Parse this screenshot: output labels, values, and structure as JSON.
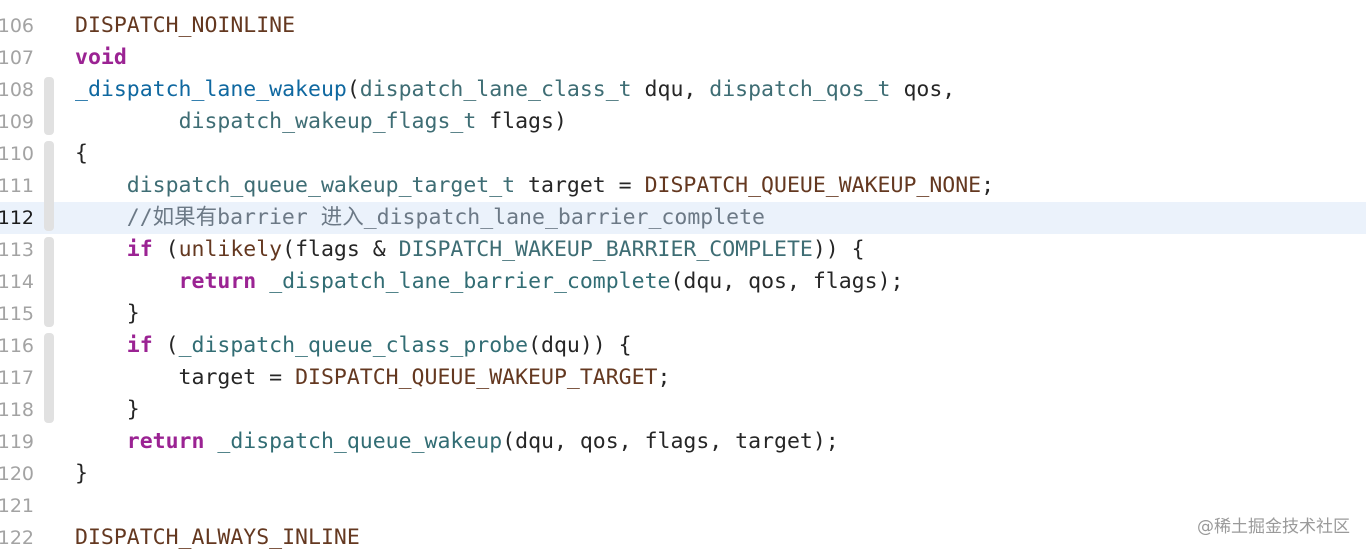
{
  "editor": {
    "current_line": "112",
    "lines": [
      {
        "num": "106",
        "tokens": [
          [
            "DISPATCH_NOINLINE",
            "macro"
          ]
        ]
      },
      {
        "num": "107",
        "tokens": [
          [
            "void",
            "kw"
          ]
        ]
      },
      {
        "num": "108",
        "tokens": [
          [
            "_dispatch_lane_wakeup",
            "fdecl"
          ],
          [
            "(",
            "plain"
          ],
          [
            "dispatch_lane_class_t",
            "type"
          ],
          [
            " dqu, ",
            "plain"
          ],
          [
            "dispatch_qos_t",
            "type"
          ],
          [
            " qos,",
            "plain"
          ]
        ]
      },
      {
        "num": "109",
        "tokens": [
          [
            "        ",
            "plain"
          ],
          [
            "dispatch_wakeup_flags_t",
            "type"
          ],
          [
            " flags)",
            "plain"
          ]
        ]
      },
      {
        "num": "110",
        "tokens": [
          [
            "{",
            "plain"
          ]
        ]
      },
      {
        "num": "111",
        "tokens": [
          [
            "    ",
            "plain"
          ],
          [
            "dispatch_queue_wakeup_target_t",
            "type"
          ],
          [
            " target = ",
            "plain"
          ],
          [
            "DISPATCH_QUEUE_WAKEUP_NONE",
            "macro"
          ],
          [
            ";",
            "plain"
          ]
        ]
      },
      {
        "num": "112",
        "tokens": [
          [
            "    ",
            "plain"
          ],
          [
            "//如果有barrier 进入_dispatch_lane_barrier_complete",
            "comment"
          ]
        ]
      },
      {
        "num": "113",
        "tokens": [
          [
            "    ",
            "plain"
          ],
          [
            "if",
            "kw"
          ],
          [
            " (",
            "plain"
          ],
          [
            "unlikely",
            "macro"
          ],
          [
            "(flags & ",
            "plain"
          ],
          [
            "DISPATCH_WAKEUP_BARRIER_COMPLETE",
            "type"
          ],
          [
            ")) {",
            "plain"
          ]
        ]
      },
      {
        "num": "114",
        "tokens": [
          [
            "        ",
            "plain"
          ],
          [
            "return",
            "kw"
          ],
          [
            " ",
            "plain"
          ],
          [
            "_dispatch_lane_barrier_complete",
            "func"
          ],
          [
            "(dqu, qos, flags);",
            "plain"
          ]
        ]
      },
      {
        "num": "115",
        "tokens": [
          [
            "    }",
            "plain"
          ]
        ]
      },
      {
        "num": "116",
        "tokens": [
          [
            "    ",
            "plain"
          ],
          [
            "if",
            "kw"
          ],
          [
            " (",
            "plain"
          ],
          [
            "_dispatch_queue_class_probe",
            "func"
          ],
          [
            "(dqu)) {",
            "plain"
          ]
        ]
      },
      {
        "num": "117",
        "tokens": [
          [
            "        target = ",
            "plain"
          ],
          [
            "DISPATCH_QUEUE_WAKEUP_TARGET",
            "macro"
          ],
          [
            ";",
            "plain"
          ]
        ]
      },
      {
        "num": "118",
        "tokens": [
          [
            "    }",
            "plain"
          ]
        ]
      },
      {
        "num": "119",
        "tokens": [
          [
            "    ",
            "plain"
          ],
          [
            "return",
            "kw"
          ],
          [
            " ",
            "plain"
          ],
          [
            "_dispatch_queue_wakeup",
            "func"
          ],
          [
            "(dqu, qos, flags, target);",
            "plain"
          ]
        ]
      },
      {
        "num": "120",
        "tokens": [
          [
            "}",
            "plain"
          ]
        ]
      },
      {
        "num": "121",
        "tokens": []
      },
      {
        "num": "122",
        "tokens": [
          [
            "DISPATCH_ALWAYS_INLINE",
            "macro"
          ]
        ]
      }
    ],
    "change_bars": [
      {
        "from": "108",
        "to": "109"
      },
      {
        "from": "110",
        "to": "112"
      },
      {
        "from": "113",
        "to": "115"
      },
      {
        "from": "116",
        "to": "118"
      }
    ]
  },
  "watermark": "@稀土掘金技术社区",
  "colors": {
    "macro": "#643820",
    "keyword": "#9b2393",
    "type": "#3e6d74",
    "function": "#326d74",
    "function_declaration": "#0f68a0",
    "comment": "#6c7986",
    "plain": "#262626",
    "current_line_highlight": "#ebf2fb"
  }
}
